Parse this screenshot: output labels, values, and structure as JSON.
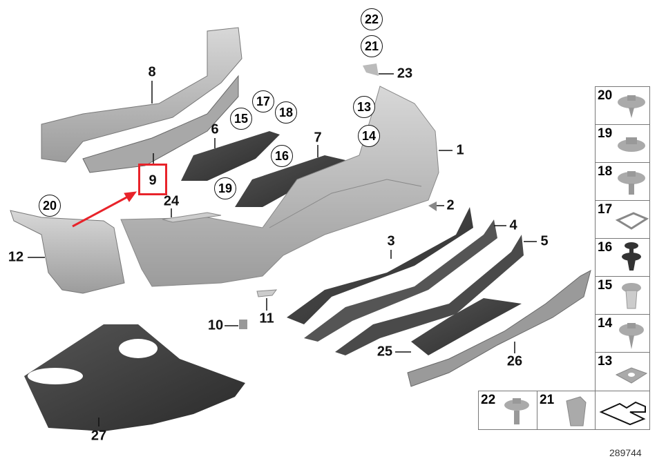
{
  "diagram_labels": {
    "p1": "1",
    "p2": "2",
    "p3": "3",
    "p4": "4",
    "p5": "5",
    "p6": "6",
    "p7": "7",
    "p8": "8",
    "p9": "9",
    "p10": "10",
    "p11": "11",
    "p12": "12",
    "p23": "23",
    "p24": "24",
    "p25": "25",
    "p26": "26",
    "p27": "27"
  },
  "circled_labels": {
    "c13": "13",
    "c14": "14",
    "c15": "15",
    "c16": "16",
    "c17": "17",
    "c18": "18",
    "c19": "19",
    "c20": "20",
    "c21": "21",
    "c22": "22"
  },
  "legend": {
    "cells": [
      {
        "number": "20",
        "icon": "screw-collar-icon"
      },
      {
        "number": "19",
        "icon": "hex-nut-collar-icon"
      },
      {
        "number": "18",
        "icon": "hex-bolt-washer-icon"
      },
      {
        "number": "17",
        "icon": "spring-clip-icon"
      },
      {
        "number": "16",
        "icon": "plastic-rivet-icon"
      },
      {
        "number": "15",
        "icon": "expanding-nut-icon"
      },
      {
        "number": "14",
        "icon": "hex-screw-washer-icon"
      },
      {
        "number": "13",
        "icon": "clip-nut-icon"
      }
    ],
    "bottom": [
      {
        "number": "22",
        "icon": "hex-bolt-icon"
      },
      {
        "number": "21",
        "icon": "square-nut-clip-icon"
      }
    ]
  },
  "reference_number": "289744",
  "colors": {
    "highlight": "#e8232a",
    "part_light": "#b5b5b5",
    "part_dark": "#3a3a3a"
  }
}
